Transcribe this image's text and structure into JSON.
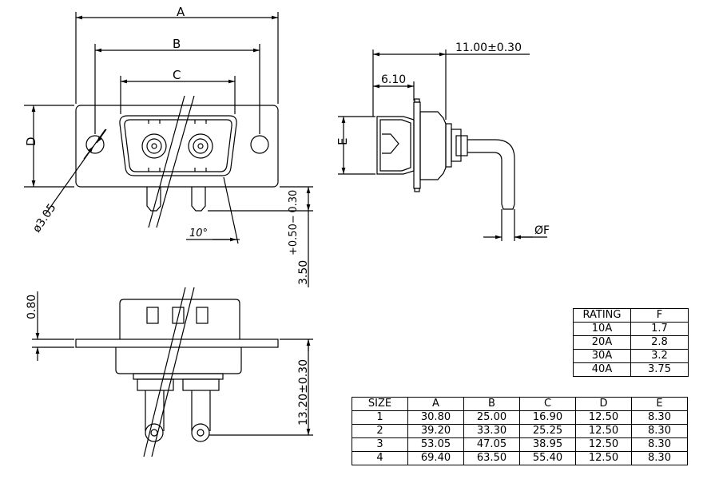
{
  "dimensions": {
    "a": "A",
    "b": "B",
    "c": "C",
    "d": "D",
    "e": "E",
    "hole": "ø3.05",
    "angle": "10°",
    "pin_len": "3.50",
    "pin_tol": "+0.50− 0.30",
    "depth": "11.00±0.30",
    "shell": "6.10",
    "pin_dia": "ØF",
    "flange": "0.80",
    "height": "13.20±0.30"
  },
  "rating_table": {
    "headers": [
      "RATING",
      "F"
    ],
    "rows": [
      [
        "10A",
        "1.7"
      ],
      [
        "20A",
        "2.8"
      ],
      [
        "30A",
        "3.2"
      ],
      [
        "40A",
        "3.75"
      ]
    ]
  },
  "size_table": {
    "headers": [
      "SIZE",
      "A",
      "B",
      "C",
      "D",
      "E"
    ],
    "rows": [
      [
        "1",
        "30.80",
        "25.00",
        "16.90",
        "12.50",
        "8.30"
      ],
      [
        "2",
        "39.20",
        "33.30",
        "25.25",
        "12.50",
        "8.30"
      ],
      [
        "3",
        "53.05",
        "47.05",
        "38.95",
        "12.50",
        "8.30"
      ],
      [
        "4",
        "69.40",
        "63.50",
        "55.40",
        "12.50",
        "8.30"
      ]
    ]
  }
}
